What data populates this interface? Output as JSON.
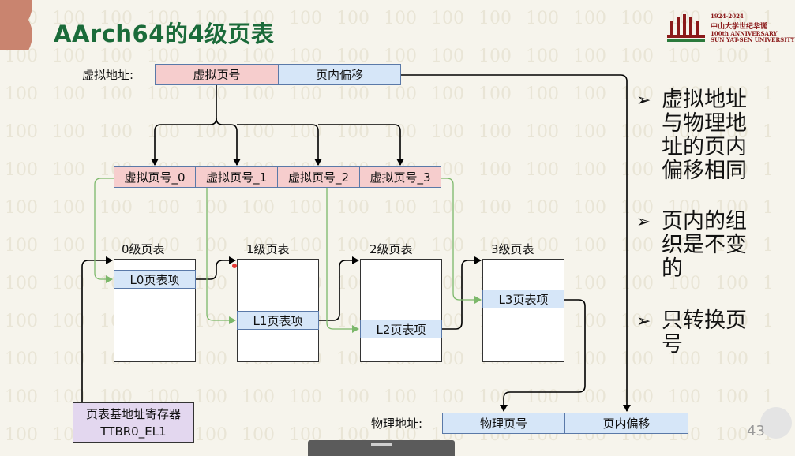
{
  "title": "AArch64的4级页表",
  "logo": {
    "years": "1924-2024",
    "name_cn": "中山大学世纪华诞",
    "line2": "100th ANNIVERSARY",
    "line3": "SUN YAT-SEN UNIVERSITY"
  },
  "virtual_address": {
    "label": "虚拟地址:",
    "page_number": "虚拟页号",
    "offset": "页内偏移"
  },
  "vpn_parts": [
    "虚拟页号_0",
    "虚拟页号_1",
    "虚拟页号_2",
    "虚拟页号_3"
  ],
  "tables": [
    {
      "title": "0级页表",
      "entry": "L0页表项"
    },
    {
      "title": "1级页表",
      "entry": "L1页表项"
    },
    {
      "title": "2级页表",
      "entry": "L2页表项"
    },
    {
      "title": "3级页表",
      "entry": "L3页表项"
    }
  ],
  "ttbr": {
    "line1": "页表基地址寄存器",
    "line2": "TTBR0_EL1"
  },
  "physical_address": {
    "label": "物理地址:",
    "page_number": "物理页号",
    "offset": "页内偏移"
  },
  "bullets": [
    "虚拟地址与物理地址的页内偏移相同",
    "页内的组织是不变的",
    "只转换页号"
  ],
  "page_number": "43",
  "colors": {
    "title": "#1b6b3a",
    "pink": "#f6cdcd",
    "blue": "#d6e6f8",
    "purple": "#e3d7ef",
    "green_arrow": "#7cb86a"
  }
}
